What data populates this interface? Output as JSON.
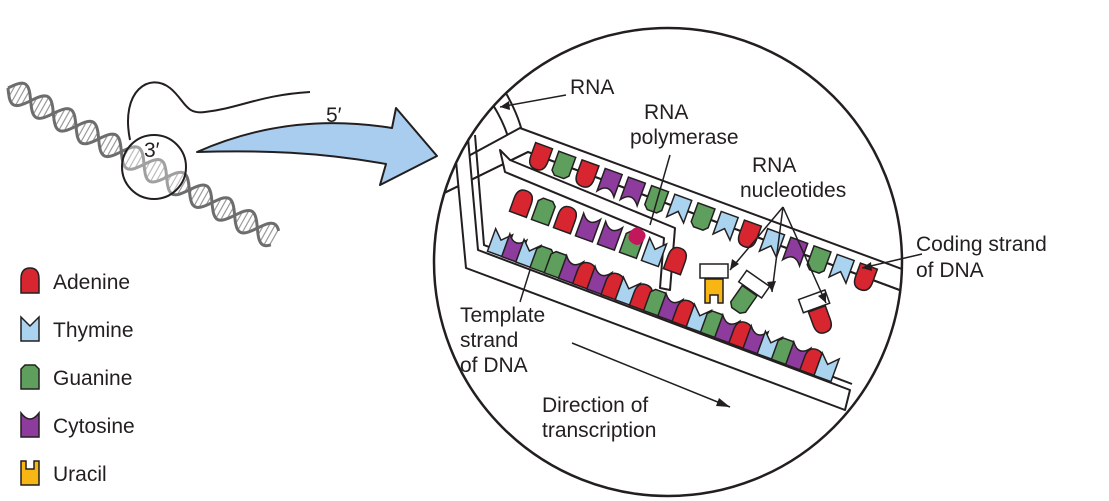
{
  "dna_end_labels": {
    "five_prime": "5′",
    "three_prime": "3′"
  },
  "callouts": {
    "rna": "RNA",
    "rna_polymerase": [
      "RNA",
      "polymerase"
    ],
    "rna_nucleotides": [
      "RNA",
      "nucleotides"
    ],
    "coding_strand": [
      "Coding strand",
      "of DNA"
    ],
    "template_strand": [
      "Template",
      "strand",
      "of DNA"
    ],
    "direction": [
      "Direction of",
      "transcription"
    ]
  },
  "legend": {
    "items": [
      {
        "label": "Adenine",
        "shape": "adenine-icon",
        "color": "#d7262f"
      },
      {
        "label": "Thymine",
        "shape": "thymine-icon",
        "color": "#a9d3ee"
      },
      {
        "label": "Guanine",
        "shape": "guanine-icon",
        "color": "#5f9f5d"
      },
      {
        "label": "Cytosine",
        "shape": "cytosine-icon",
        "color": "#8d3b9c"
      },
      {
        "label": "Uracil",
        "shape": "uracil-icon",
        "color": "#f7b614"
      }
    ]
  },
  "colors": {
    "arrow": "#a9cdee",
    "polymerase": "#c2185b",
    "outline": "#231f20"
  }
}
